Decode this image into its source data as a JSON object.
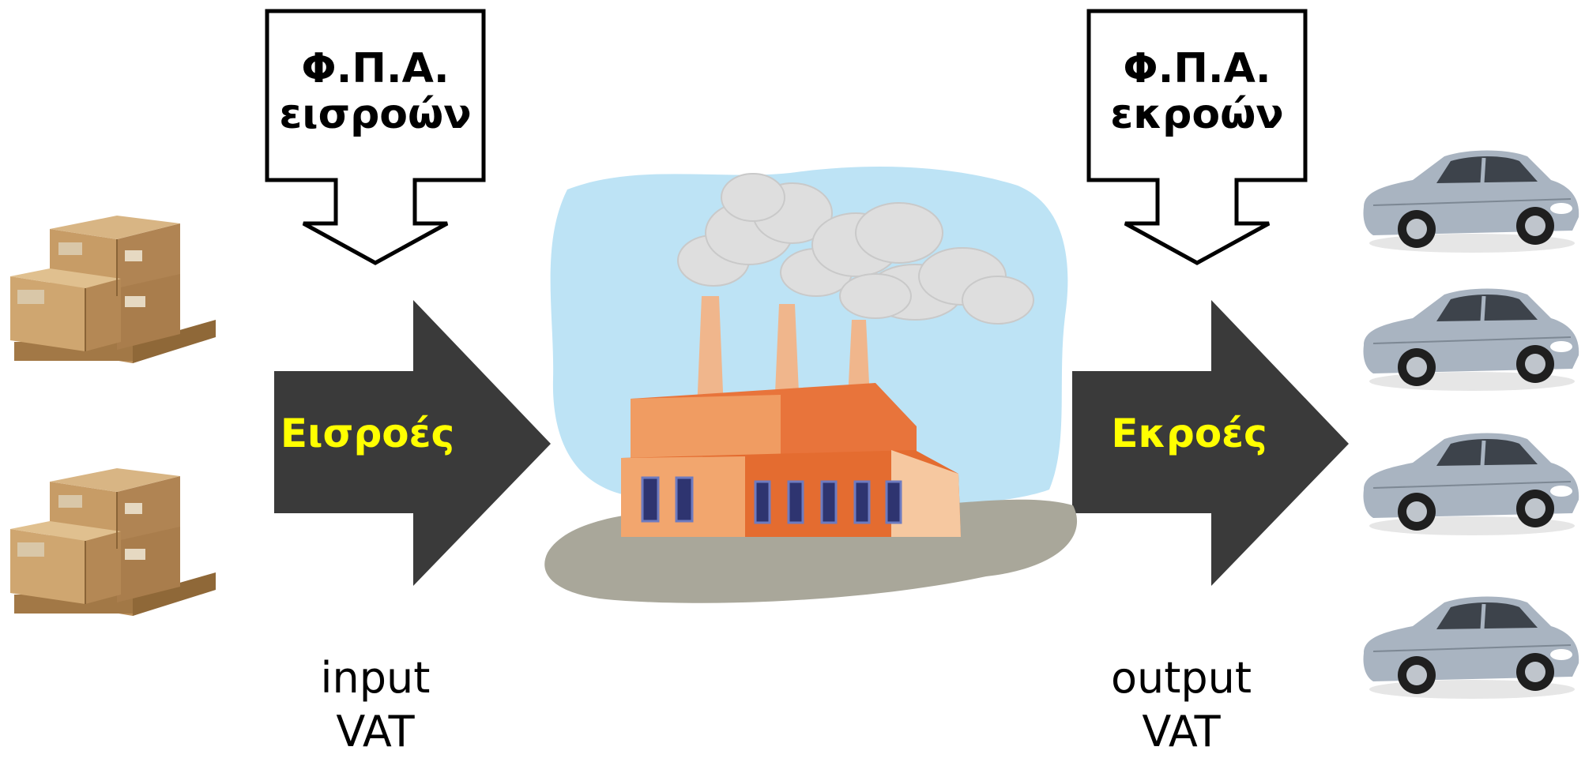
{
  "input_vat_box": {
    "line1": "Φ.Π.Α.",
    "line2": "εισροών"
  },
  "output_vat_box": {
    "line1": "Φ.Π.Α.",
    "line2": "εκροών"
  },
  "inputs_arrow": {
    "label": "Εισροές"
  },
  "outputs_arrow": {
    "label": "Εκροές"
  },
  "input_vat_caption": {
    "line1": "input",
    "line2": "VAT"
  },
  "output_vat_caption": {
    "line1": "output",
    "line2": "VAT"
  },
  "colors": {
    "arrow": "#3a3a3a",
    "arrow_label": "#ffff00",
    "sky": "#bde3f5",
    "factory": "#e8743b",
    "ground": "#a9a79a",
    "car": "#a9b4c1",
    "box": "#c8a06a"
  },
  "icons": {
    "left_column": [
      "cardboard-boxes-on-pallet-icon",
      "cardboard-boxes-on-pallet-icon"
    ],
    "center": "factory-icon",
    "right_column": [
      "car-icon",
      "car-icon",
      "car-icon",
      "car-icon"
    ]
  }
}
